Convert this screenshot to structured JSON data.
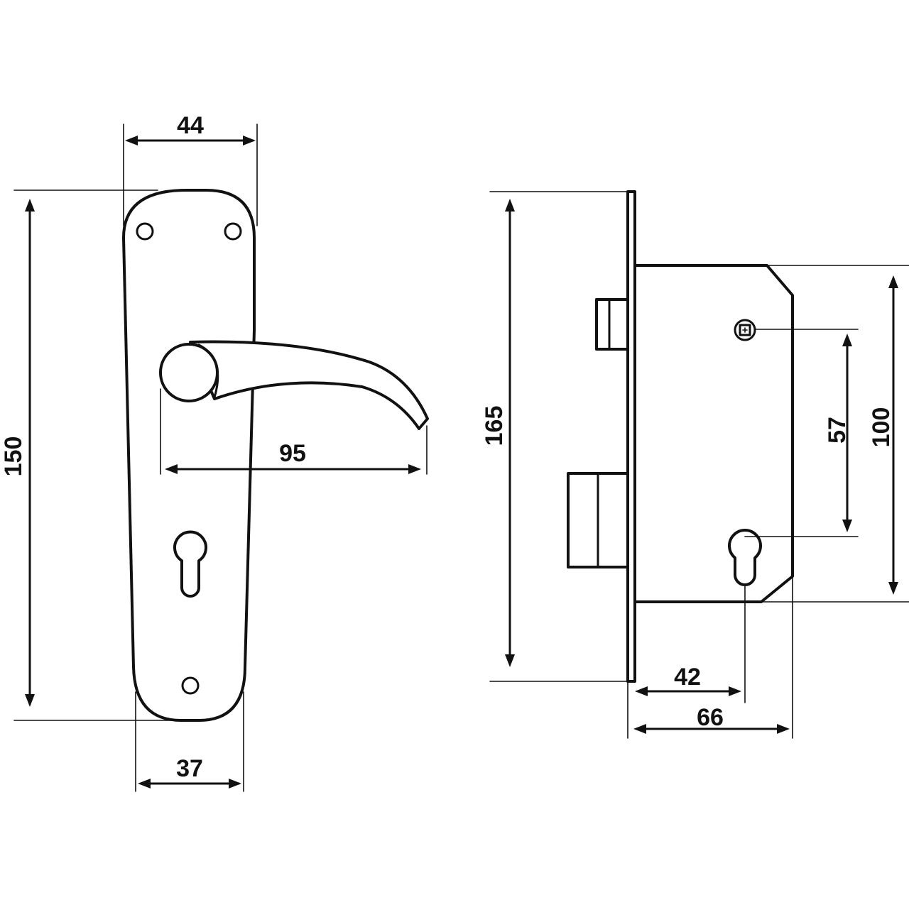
{
  "handle_plate": {
    "width_top": "44",
    "height": "150",
    "lever_length": "95",
    "width_bottom": "37"
  },
  "mortise_lock": {
    "faceplate_height": "165",
    "case_height": "100",
    "center_distance": "57",
    "backset": "42",
    "case_depth": "66"
  }
}
